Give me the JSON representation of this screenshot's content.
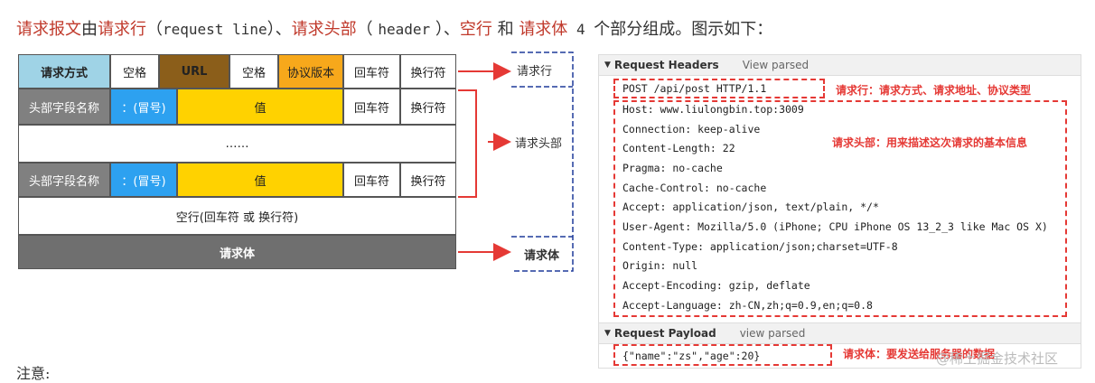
{
  "intro": {
    "p1": "请求报文",
    "p2": "由",
    "p3": "请求行",
    "p4": "（",
    "p5": "request line",
    "p6": "）、",
    "p7": "请求头部",
    "p8": "（ ",
    "p9": "header",
    "p10": " ）、",
    "p11": "空行",
    "p12": " 和 ",
    "p13": "请求体",
    "p14": " 4 ",
    "p15": "个部分组成。图示如下："
  },
  "diagram": {
    "row1": [
      "请求方式",
      "空格",
      "URL",
      "空格",
      "协议版本",
      "回车符",
      "换行符"
    ],
    "row2": [
      "头部字段名称",
      "：(冒号)",
      "值",
      "回车符",
      "换行符"
    ],
    "row_dots": "……",
    "row4": [
      "头部字段名称",
      "：(冒号)",
      "值",
      "回车符",
      "换行符"
    ],
    "row5": "空行(回车符 或 换行符)",
    "row6": "请求体",
    "labels": [
      "请求行",
      "请求头部",
      "请求体"
    ]
  },
  "devtools": {
    "headers_title": "Request Headers",
    "view_parsed_1": "View parsed",
    "request_line": "POST /api/post HTTP/1.1",
    "headers": [
      "Host: www.liulongbin.top:3009",
      "Connection: keep-alive",
      "Content-Length: 22",
      "Pragma: no-cache",
      "Cache-Control: no-cache",
      "Accept: application/json, text/plain, */*",
      "User-Agent: Mozilla/5.0 (iPhone; CPU iPhone OS 13_2_3 like Mac OS X)",
      "Content-Type: application/json;charset=UTF-8",
      "Origin: null",
      "Accept-Encoding: gzip, deflate",
      "Accept-Language: zh-CN,zh;q=0.9,en;q=0.8"
    ],
    "payload_title": "Request Payload",
    "view_parsed_2": "view parsed",
    "payload": "{\"name\":\"zs\",\"age\":20}",
    "anno_line": "请求行：请求方式、请求地址、协议类型",
    "anno_headers": "请求头部：用来描述这次请求的基本信息",
    "anno_body": "请求体：要发送给服务器的数据"
  },
  "watermark": "@稀土掘金技术社区",
  "note": "注意:",
  "colors": {
    "red": "#e53935",
    "blue_dash": "#1f3a9a"
  }
}
